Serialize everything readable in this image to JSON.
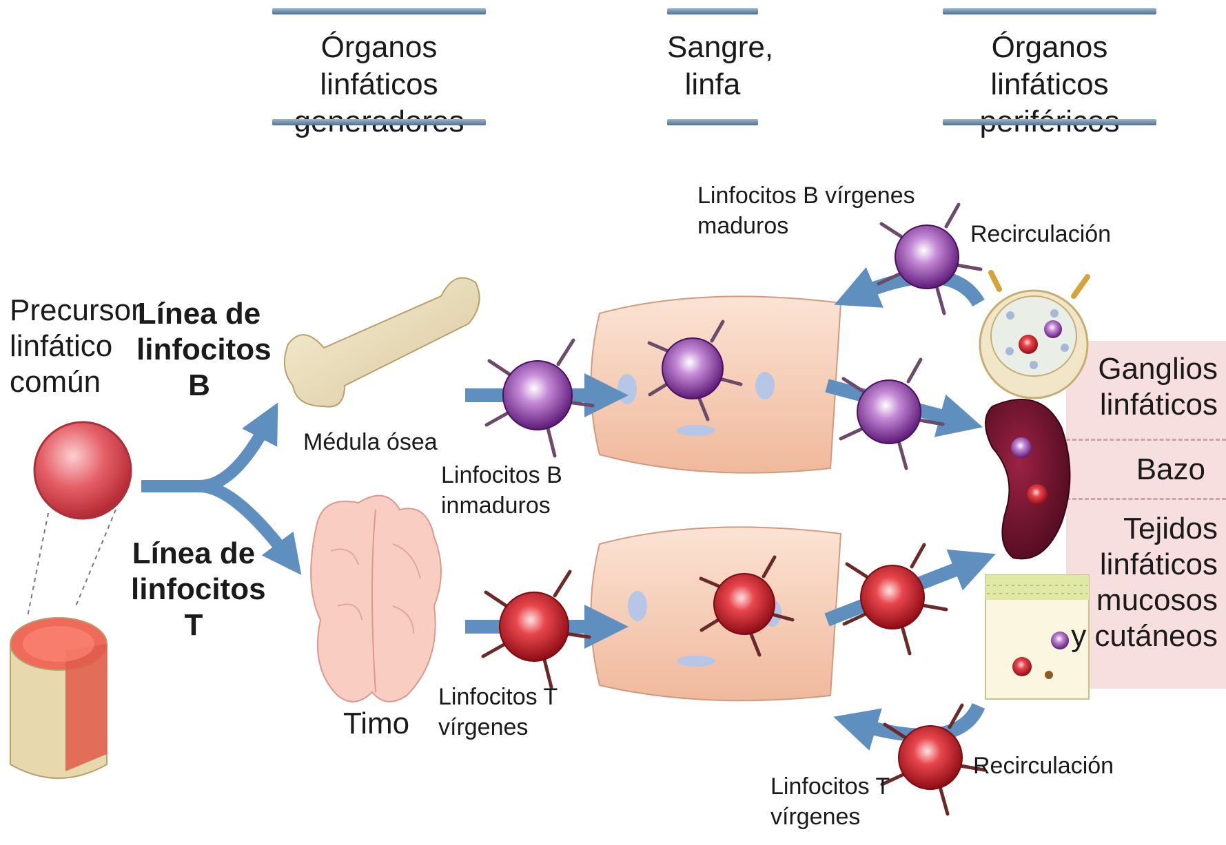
{
  "headers": {
    "generators": [
      "Órganos linfáticos",
      "generadores"
    ],
    "blood": [
      "Sangre,",
      "linfa"
    ],
    "peripheral": [
      "Órganos linfáticos",
      "periféricos"
    ]
  },
  "labels": {
    "precursor": [
      "Precursor",
      "linfático",
      "común"
    ],
    "b_lineage": [
      "Línea de",
      "linfocitos",
      "B"
    ],
    "t_lineage": [
      "Línea de",
      "linfocitos",
      "T"
    ],
    "bone_marrow": "Médula ósea",
    "thymus": "Timo",
    "immature_b": [
      "Linfocitos B",
      "inmaduros"
    ],
    "naive_t_left": [
      "Linfocitos T",
      "vírgenes"
    ],
    "mature_naive_b": [
      "Linfocitos B vírgenes",
      "maduros"
    ],
    "recirculation_top": "Recirculación",
    "recirculation_bottom": "Recirculación",
    "naive_t_bottom": [
      "Linfocitos T",
      "vírgenes"
    ],
    "lymph_nodes": [
      "Ganglios",
      "linfáticos"
    ],
    "spleen": "Bazo",
    "mucosal": [
      "Tejidos",
      "linfáticos",
      "mucosos",
      "y cutáneos"
    ]
  },
  "colors": {
    "arrow": "#5f8fbf",
    "b_cell": "#8e3fa6",
    "t_cell": "#d4202a",
    "precursor": "#e0555c",
    "vessel": "#f2c4a8",
    "tissue_zone": "#f7dfe0"
  }
}
